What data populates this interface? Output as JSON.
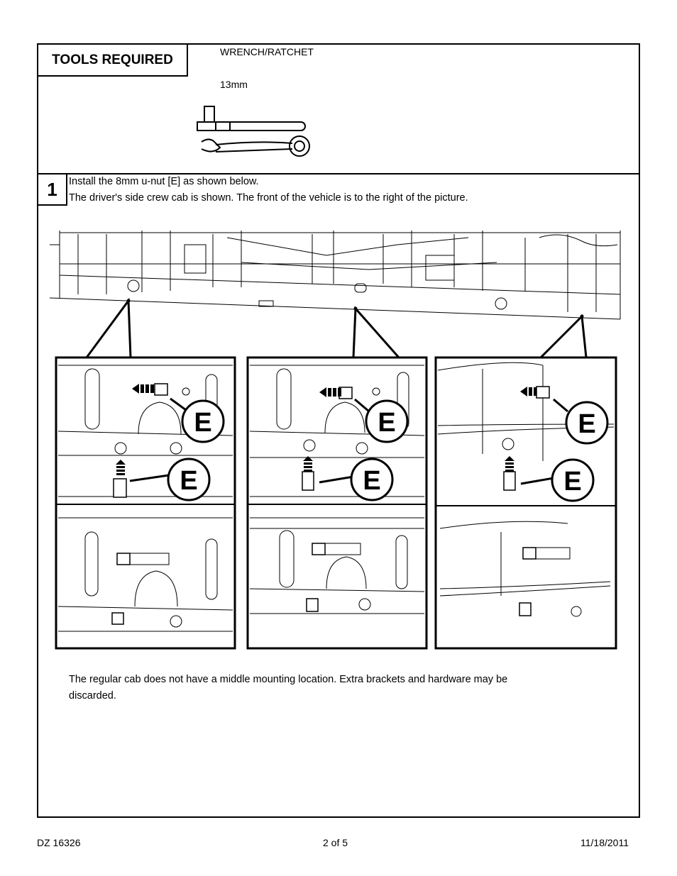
{
  "tools": {
    "header": "TOOLS REQUIRED",
    "tool_name": "WRENCH/RATCHET",
    "tool_size": "13mm"
  },
  "step1": {
    "number": "1",
    "line1": "Install the 8mm u-nut [E] as shown below.",
    "line2": "The driver's side crew cab is shown.  The front of the vehicle is to the right of the picture.",
    "callout_label": "E"
  },
  "note": "The regular cab does not have a middle mounting location.  Extra brackets and hardware may be discarded.",
  "footer": {
    "doc_id": "DZ 16326",
    "page": "2 of 5",
    "date": "11/18/2011"
  }
}
